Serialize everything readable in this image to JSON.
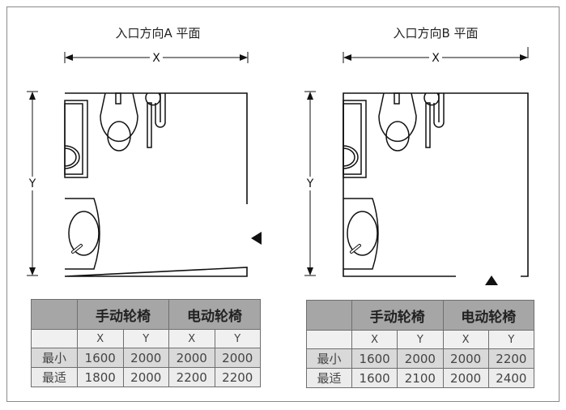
{
  "plans": [
    {
      "title": "入口方向A 平面",
      "x_label": "X",
      "y_label": "Y",
      "entrance": "right"
    },
    {
      "title": "入口方向B 平面",
      "x_label": "X",
      "y_label": "Y",
      "entrance": "bottom"
    }
  ],
  "tables": [
    {
      "groups": [
        "手动轮椅",
        "电动轮椅"
      ],
      "sub": [
        "X",
        "Y",
        "X",
        "Y"
      ],
      "rows": [
        {
          "label": "最小",
          "values": [
            "1600",
            "2000",
            "2000",
            "2000"
          ]
        },
        {
          "label": "最适",
          "values": [
            "1800",
            "2000",
            "2200",
            "2200"
          ]
        }
      ]
    },
    {
      "groups": [
        "手动轮椅",
        "电动轮椅"
      ],
      "sub": [
        "X",
        "Y",
        "X",
        "Y"
      ],
      "rows": [
        {
          "label": "最小",
          "values": [
            "1600",
            "2000",
            "2000",
            "2200"
          ]
        },
        {
          "label": "最适",
          "values": [
            "1600",
            "2100",
            "2000",
            "2400"
          ]
        }
      ]
    }
  ]
}
